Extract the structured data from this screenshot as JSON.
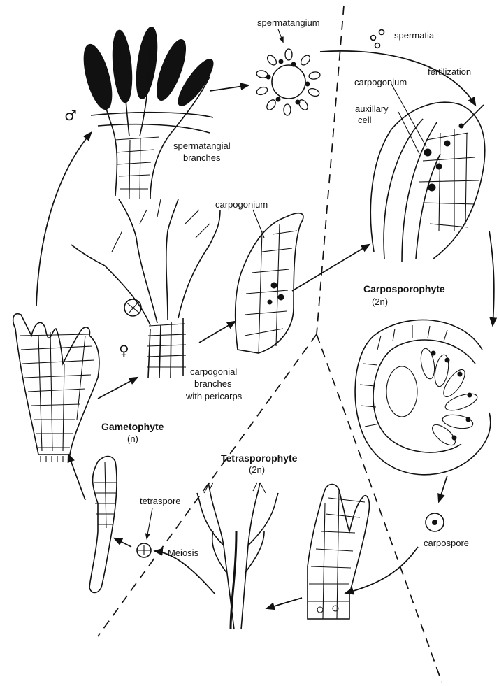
{
  "labels": {
    "spermatangium": "spermatangium",
    "spermatia": "spermatia",
    "fertilization": "fertilization",
    "carpogonium_top": "carpogonium",
    "auxiliary_cell_1": "auxillary",
    "auxiliary_cell_2": "cell",
    "spermatangial_branches_1": "spermatangial",
    "spermatangial_branches_2": "branches",
    "carpogonium_mid": "carpogonium",
    "carposporophyte": "Carposporophyte",
    "carposporophyte_ploidy": "(2n)",
    "carpogonial_1": "carpogonial",
    "carpogonial_2": "branches",
    "carpogonial_3": "with pericarps",
    "gametophyte": "Gametophyte",
    "gametophyte_ploidy": "(n)",
    "tetrasporophyte": "Tetrasporophyte",
    "tetrasporophyte_ploidy": "(2n)",
    "tetraspore": "tetraspore",
    "meiosis": "Meiosis",
    "carpospore": "carpospore",
    "male_symbol": "♂",
    "female_symbol": "♀"
  }
}
